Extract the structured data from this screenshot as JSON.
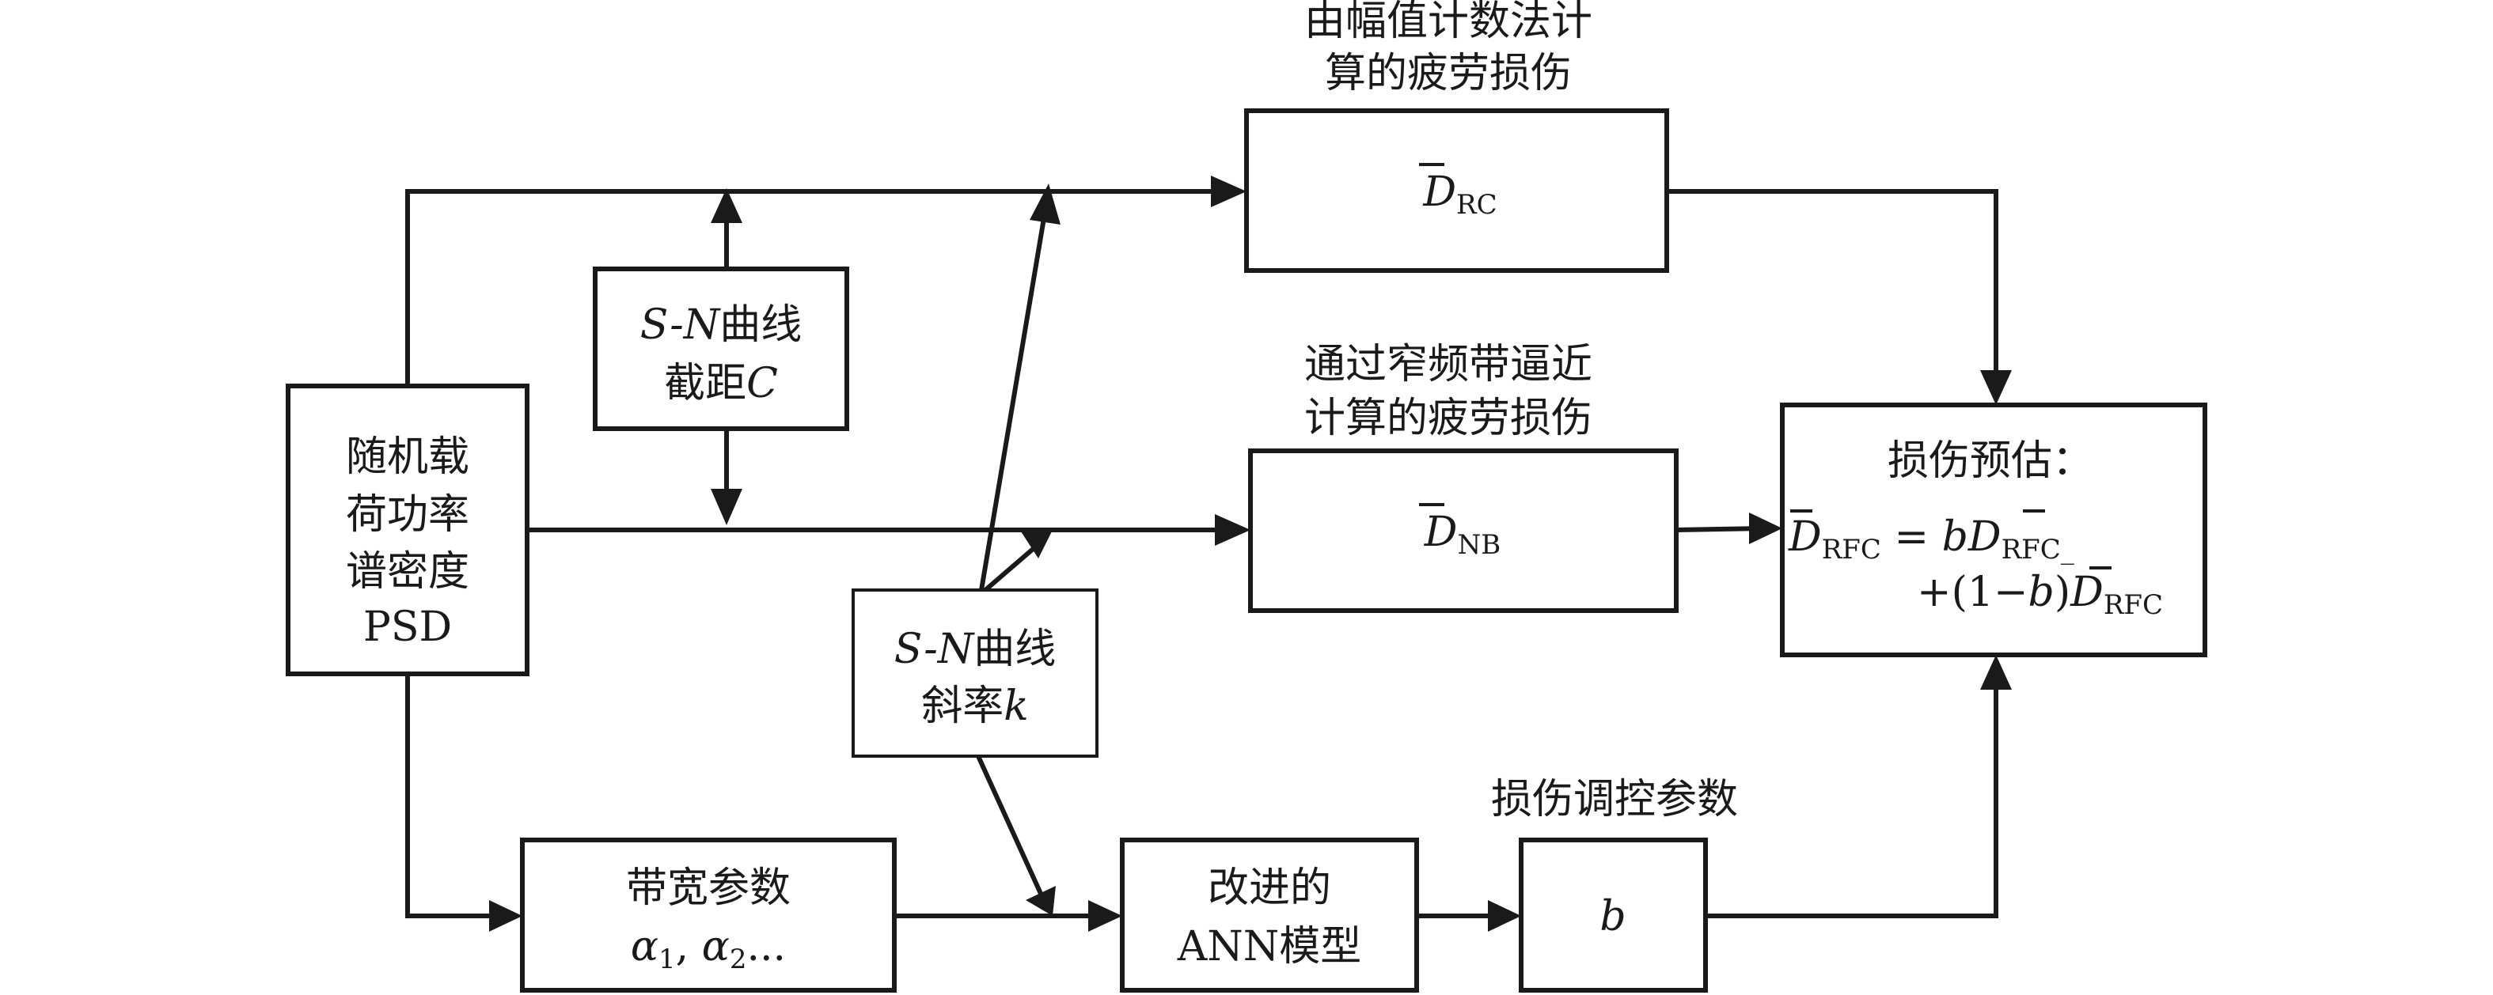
{
  "nodes": {
    "psd": {
      "lines": [
        "随机载",
        "荷功率",
        "谱密度",
        "PSD"
      ]
    },
    "sn_intercept": {
      "line1_prefix": "S-N",
      "line1_suffix": "曲线",
      "line2_prefix": "截距",
      "line2_var": "C"
    },
    "sn_slope": {
      "line1_prefix": "S-N",
      "line1_suffix": "曲线",
      "line2_prefix": "斜率",
      "line2_var": "k"
    },
    "d_rc": {
      "symbol": "D",
      "subscript": "RC"
    },
    "d_nb": {
      "symbol": "D",
      "subscript": "NB"
    },
    "bandwidth": {
      "line1": "带宽参数",
      "line2_a": "α",
      "line2_a_sub": "1",
      "line2_sep": ", ",
      "line2_b": "α",
      "line2_b_sub": "2",
      "line2_tail": "..."
    },
    "ann": {
      "line1": "改进的",
      "line2": "ANN模型"
    },
    "b_param": {
      "symbol": "b"
    },
    "estimate": {
      "title": "损伤预估：",
      "lhs": "D",
      "lhs_sub": "RFC",
      "eq": " = ",
      "coef": "b",
      "term1": "D",
      "term1_sub": "RFC_",
      "plus": "+(1−",
      "coef2": "b",
      "close": ")",
      "term2": "D",
      "term2_sub": "RFC"
    }
  },
  "labels": {
    "rc_caption": [
      "由幅值计数法计",
      "算的疲劳损伤"
    ],
    "nb_caption": [
      "通过窄频带逼近",
      "计算的疲劳损伤"
    ],
    "b_caption": "损伤调控参数"
  }
}
